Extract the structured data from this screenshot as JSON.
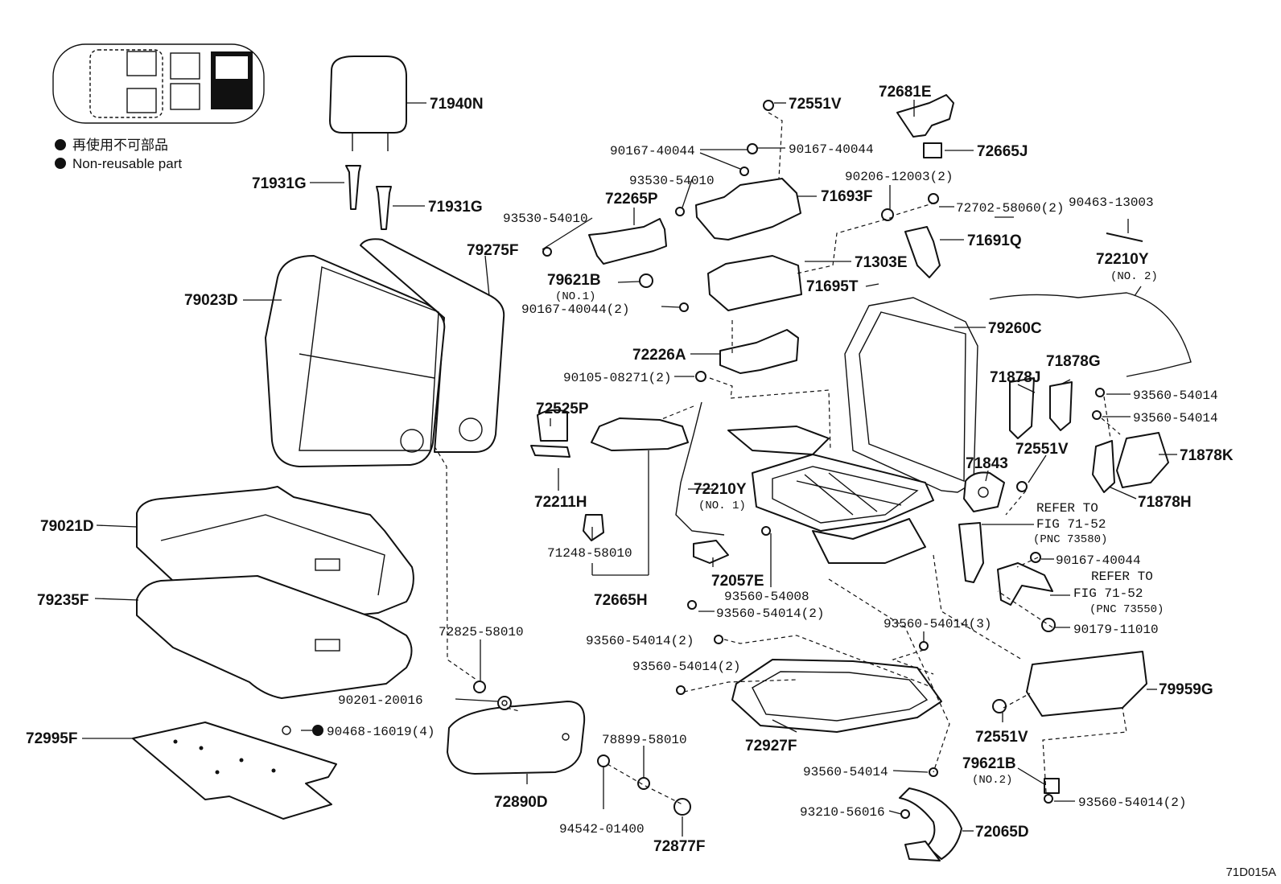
{
  "legend": {
    "jp_text": "再使用不可部品",
    "en_text": "Non-reusable part"
  },
  "figure_code": "71D015A",
  "labels": {
    "p71940N": "71940N",
    "p71931G_a": "71931G",
    "p71931G_b": "71931G",
    "p79275F": "79275F",
    "p79023D": "79023D",
    "p79021D": "79021D",
    "p79235F": "79235F",
    "p72995F": "72995F",
    "p90468": "90468-16019(4)",
    "p72825": "72825-58010",
    "p90201": "90201-20016",
    "p72890D": "72890D",
    "p94542": "94542-01400",
    "p78899": "78899-58010",
    "p72877F": "72877F",
    "p72551V_top": "72551V",
    "p90167_a": "90167-40044",
    "p90167_b": "90167-40044",
    "p93530_a": "93530-54010",
    "p93530_b": "93530-54010",
    "p72265P": "72265P",
    "p71693F": "71693F",
    "p79621B_1": "79621B",
    "p79621B_1_sub": "(NO.1)",
    "p90167_c": "90167-40044(2)",
    "p72681E": "72681E",
    "p72665J": "72665J",
    "p90206": "90206-12003(2)",
    "p72702": "72702-58060(2)",
    "p71691Q": "71691Q",
    "p71303E": "71303E",
    "p71695T": "71695T",
    "p90463": "90463-13003",
    "p72210Y_2": "72210Y",
    "p72210Y_2_sub": "(NO. 2)",
    "p79260C": "79260C",
    "p72226A": "72226A",
    "p90105": "90105-08271(2)",
    "p72525P": "72525P",
    "p72211H": "72211H",
    "p71248": "71248-58010",
    "p72665H": "72665H",
    "p72210Y_1": "72210Y",
    "p72210Y_1_sub": "(NO. 1)",
    "p72057E": "72057E",
    "p93560_08": "93560-54008",
    "p93560_14_2a": "93560-54014(2)",
    "p71878J": "71878J",
    "p71878G": "71878G",
    "p93560_14a": "93560-54014",
    "p93560_14b": "93560-54014",
    "p71878K": "71878K",
    "p71878H": "71878H",
    "p72551V_mid": "72551V",
    "p71843": "71843",
    "p_refer1": "REFER TO",
    "p_fig1": "FIG 71-52",
    "p_pnc1": "(PNC 73580)",
    "p90167_d": "90167-40044",
    "p_refer2": "REFER TO",
    "p_fig2": "FIG 71-52",
    "p_pnc2": "(PNC 73550)",
    "p90179": "90179-11010",
    "p93560_14_3": "93560-54014(3)",
    "p93560_14_2b": "93560-54014(2)",
    "p93560_14_2c": "93560-54014(2)",
    "p79959G": "79959G",
    "p72927F": "72927F",
    "p72551V_bot": "72551V",
    "p79621B_2": "79621B",
    "p79621B_2_sub": "(NO.2)",
    "p93560_14c": "93560-54014",
    "p93560_14_2d": "93560-54014(2)",
    "p93210": "93210-56016",
    "p72065D": "72065D"
  }
}
